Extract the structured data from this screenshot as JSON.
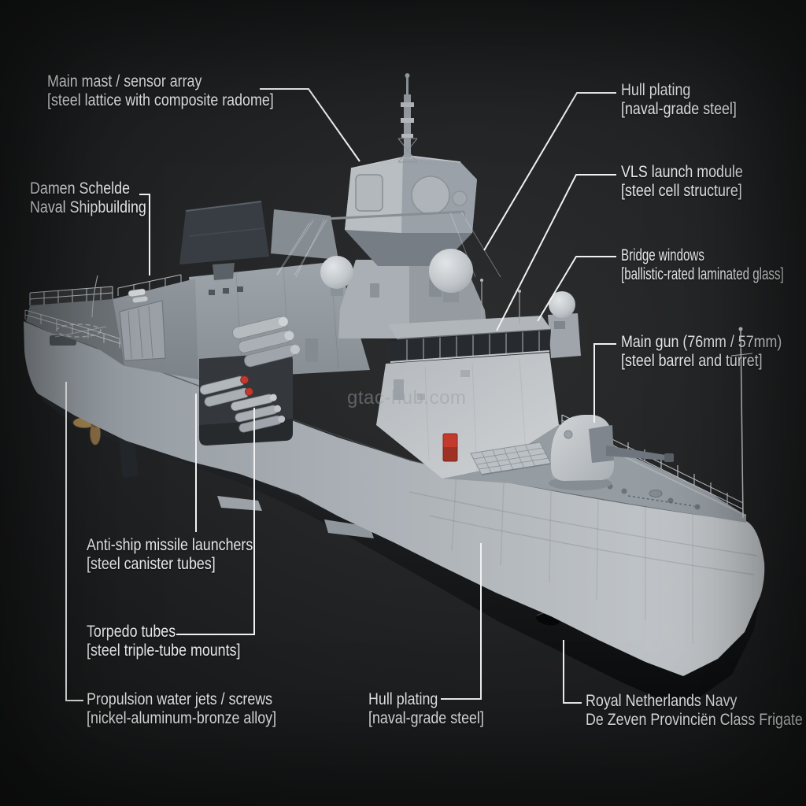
{
  "watermark": "gtac-hub.com",
  "labels": {
    "main_mast": {
      "title": "Main mast / sensor array",
      "subtitle": "[steel lattice with composite radome]"
    },
    "hull_plating_top": {
      "title": "Hull plating",
      "subtitle": "[naval-grade steel]"
    },
    "vls_module": {
      "title": "VLS launch module",
      "subtitle": "[steel cell structure]"
    },
    "bridge_windows": {
      "title": "Bridge windows",
      "subtitle": "[ballistic-rated laminated glass]"
    },
    "main_gun": {
      "title": "Main gun (76mm / 57mm)",
      "subtitle": "[steel barrel and turret]"
    },
    "builder": {
      "title": "Damen Schelde",
      "subtitle": "Naval Shipbuilding"
    },
    "missile_launchers": {
      "title": "Anti-ship missile launchers",
      "subtitle": "[steel canister tubes]"
    },
    "torpedo_tubes": {
      "title": "Torpedo tubes",
      "subtitle": "[steel triple-tube mounts]"
    },
    "propulsion": {
      "title": "Propulsion water jets / screws",
      "subtitle": "[nickel-aluminum-bronze alloy]"
    },
    "hull_plating_bottom": {
      "title": "Hull plating",
      "subtitle": "[naval-grade steel]"
    },
    "ship_class": {
      "title": "Royal Netherlands Navy",
      "subtitle": "De Zeven Provinciën Class Frigate"
    }
  },
  "colors": {
    "background": "#1d1e1f",
    "text": "#e7e8e9",
    "leader_line": "#f0f1f2",
    "hull_light": "#c3c7ca",
    "hull_mid": "#a8aeb3",
    "hull_shadow": "#8f969c",
    "underwater_hull": "#121314",
    "deck": "#70767a",
    "radar_slab": "#3a3f44",
    "accent_red": "#c0392b",
    "propeller_bronze": "#97794e",
    "watermark": "rgba(150,157,164,0.5)"
  }
}
